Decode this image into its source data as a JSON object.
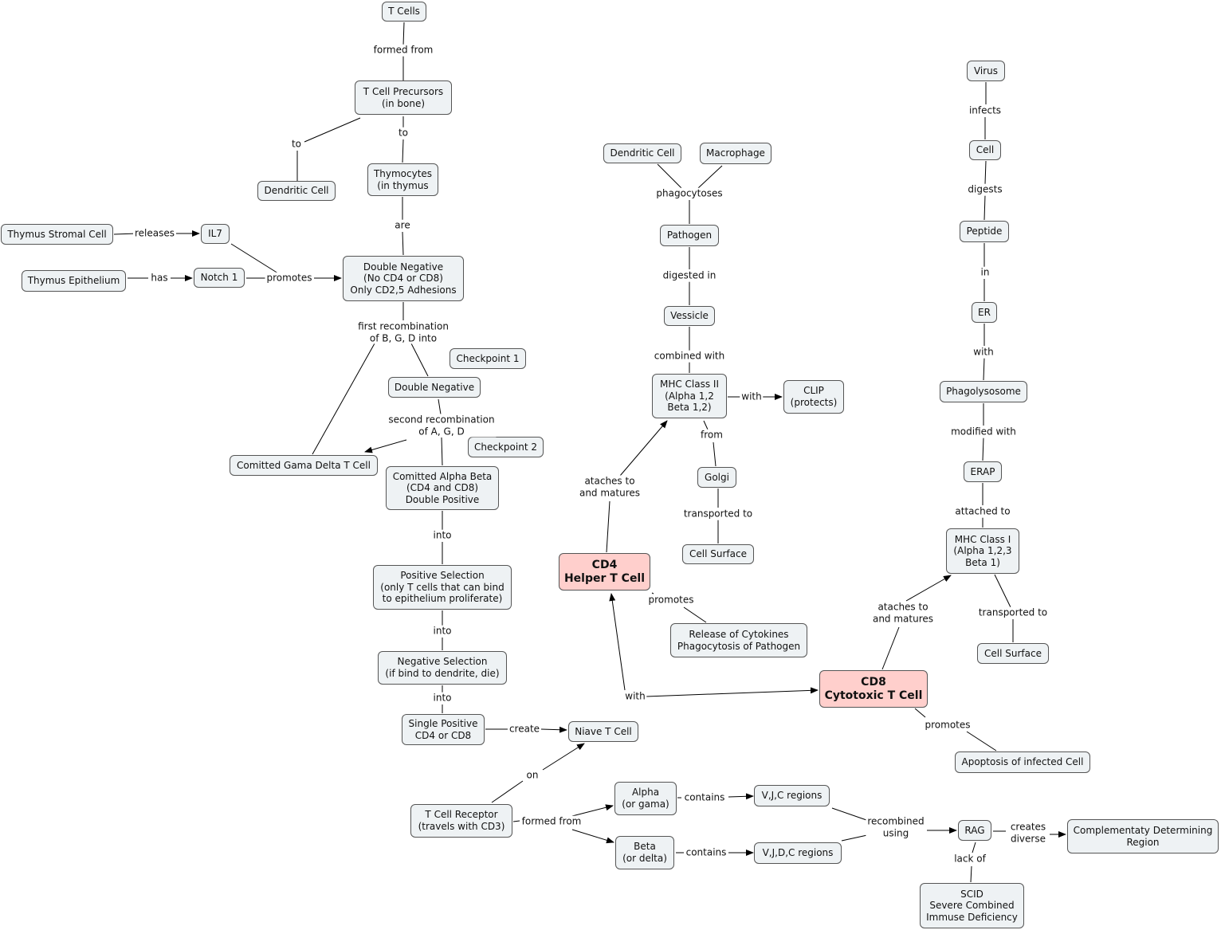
{
  "nodes": [
    {
      "id": "t_cells",
      "text": "T Cells"
    },
    {
      "id": "t_cell_precursors",
      "text": "T Cell  Precursors\n(in bone)"
    },
    {
      "id": "dendritic_cell_1",
      "text": "Dendritic Cell"
    },
    {
      "id": "thymocytes",
      "text": "Thymocytes\n(in thymus"
    },
    {
      "id": "thymus_stromal_cell",
      "text": "Thymus Stromal Cell"
    },
    {
      "id": "il7",
      "text": "IL7"
    },
    {
      "id": "thymus_epithelium",
      "text": "Thymus Epithelium"
    },
    {
      "id": "notch1",
      "text": "Notch 1"
    },
    {
      "id": "double_negative_1",
      "text": "Double Negative\n(No CD4 or CD8)\nOnly CD2,5 Adhesions"
    },
    {
      "id": "checkpoint1",
      "text": "Checkpoint 1"
    },
    {
      "id": "double_negative_2",
      "text": "Double Negative"
    },
    {
      "id": "checkpoint2",
      "text": "Checkpoint 2"
    },
    {
      "id": "gamma_delta",
      "text": "Comitted Gama Delta T Cell"
    },
    {
      "id": "alpha_beta",
      "text": "Comitted Alpha Beta\n(CD4 and CD8)\nDouble Positive"
    },
    {
      "id": "positive_selection",
      "text": "Positive Selection\n(only T cells that can bind\nto epithelium proliferate)"
    },
    {
      "id": "negative_selection",
      "text": "Negative Selection\n(if bind to dendrite, die)"
    },
    {
      "id": "single_positive",
      "text": "Single Positive\nCD4 or CD8"
    },
    {
      "id": "niave_t_cell",
      "text": "Niave T Cell"
    },
    {
      "id": "t_cell_receptor",
      "text": "T Cell Receptor\n(travels with CD3)"
    },
    {
      "id": "alpha",
      "text": "Alpha\n(or gama)"
    },
    {
      "id": "beta",
      "text": "Beta\n(or delta)"
    },
    {
      "id": "vjc",
      "text": "V,J,C regions"
    },
    {
      "id": "vjdc",
      "text": "V,J,D,C regions"
    },
    {
      "id": "rag",
      "text": "RAG"
    },
    {
      "id": "cdr",
      "text": "Complementaty Determining\nRegion"
    },
    {
      "id": "scid",
      "text": "SCID\nSevere Combined\nImmuse Deficiency"
    },
    {
      "id": "cd4",
      "text": "CD4\nHelper T Cell",
      "key": true
    },
    {
      "id": "cd8",
      "text": "CD8\nCytotoxic T Cell",
      "key": true
    },
    {
      "id": "release_cytokines",
      "text": "Release of Cytokines\nPhagocytosis of Pathogen"
    },
    {
      "id": "apoptosis",
      "text": "Apoptosis of infected Cell"
    },
    {
      "id": "dendritic_cell_2",
      "text": "Dendritic Cell"
    },
    {
      "id": "macrophage",
      "text": "Macrophage"
    },
    {
      "id": "pathogen",
      "text": "Pathogen"
    },
    {
      "id": "vessicle",
      "text": "Vessicle"
    },
    {
      "id": "mhc2",
      "text": "MHC Class II\n(Alpha 1,2\nBeta 1,2)"
    },
    {
      "id": "clip",
      "text": "CLIP\n(protects)"
    },
    {
      "id": "golgi",
      "text": "Golgi"
    },
    {
      "id": "cell_surface_1",
      "text": "Cell Surface"
    },
    {
      "id": "virus",
      "text": "Virus"
    },
    {
      "id": "cell",
      "text": "Cell"
    },
    {
      "id": "peptide",
      "text": "Peptide"
    },
    {
      "id": "er",
      "text": "ER"
    },
    {
      "id": "phagolysosome",
      "text": "Phagolysosome"
    },
    {
      "id": "erap",
      "text": "ERAP"
    },
    {
      "id": "mhc1",
      "text": "MHC Class I\n(Alpha 1,2,3\nBeta 1)"
    },
    {
      "id": "cell_surface_2",
      "text": "Cell Surface"
    }
  ],
  "links": [
    {
      "id": "formed_from_1",
      "text": "formed from"
    },
    {
      "id": "to_dendritic",
      "text": "to"
    },
    {
      "id": "to_thymocytes",
      "text": "to"
    },
    {
      "id": "are",
      "text": "are"
    },
    {
      "id": "releases",
      "text": "releases"
    },
    {
      "id": "has",
      "text": "has"
    },
    {
      "id": "promotes_1",
      "text": "promotes"
    },
    {
      "id": "first_recombination",
      "text": "first recombination\nof B, G, D into"
    },
    {
      "id": "second_recombination",
      "text": "second recombination\nof A, G, D"
    },
    {
      "id": "into_1",
      "text": "into"
    },
    {
      "id": "into_2",
      "text": "into"
    },
    {
      "id": "into_3",
      "text": "into"
    },
    {
      "id": "create",
      "text": "create"
    },
    {
      "id": "on",
      "text": "on"
    },
    {
      "id": "formed_from_2",
      "text": "formed from"
    },
    {
      "id": "contains_1",
      "text": "contains"
    },
    {
      "id": "contains_2",
      "text": "contains"
    },
    {
      "id": "recombined_using",
      "text": "recombined\nusing"
    },
    {
      "id": "creates_diverse",
      "text": "creates\ndiverse"
    },
    {
      "id": "lack_of",
      "text": "lack of"
    },
    {
      "id": "with_1",
      "text": "with"
    },
    {
      "id": "atach_cd4",
      "text": "ataches to\nand matures"
    },
    {
      "id": "promotes_cd4",
      "text": "promotes"
    },
    {
      "id": "atach_cd8",
      "text": "ataches to\nand matures"
    },
    {
      "id": "promotes_cd8",
      "text": "promotes"
    },
    {
      "id": "phagocytoses",
      "text": "phagocytoses"
    },
    {
      "id": "digested_in",
      "text": "digested in"
    },
    {
      "id": "combined_with",
      "text": "combined with"
    },
    {
      "id": "with_clip",
      "text": "with"
    },
    {
      "id": "from",
      "text": "from"
    },
    {
      "id": "transported_to_1",
      "text": "transported to"
    },
    {
      "id": "infects",
      "text": "infects"
    },
    {
      "id": "digests",
      "text": "digests"
    },
    {
      "id": "in",
      "text": "in"
    },
    {
      "id": "with_er",
      "text": "with"
    },
    {
      "id": "modified_with",
      "text": "modified with"
    },
    {
      "id": "attached_to",
      "text": "attached to"
    },
    {
      "id": "transported_to_2",
      "text": "transported to"
    }
  ]
}
